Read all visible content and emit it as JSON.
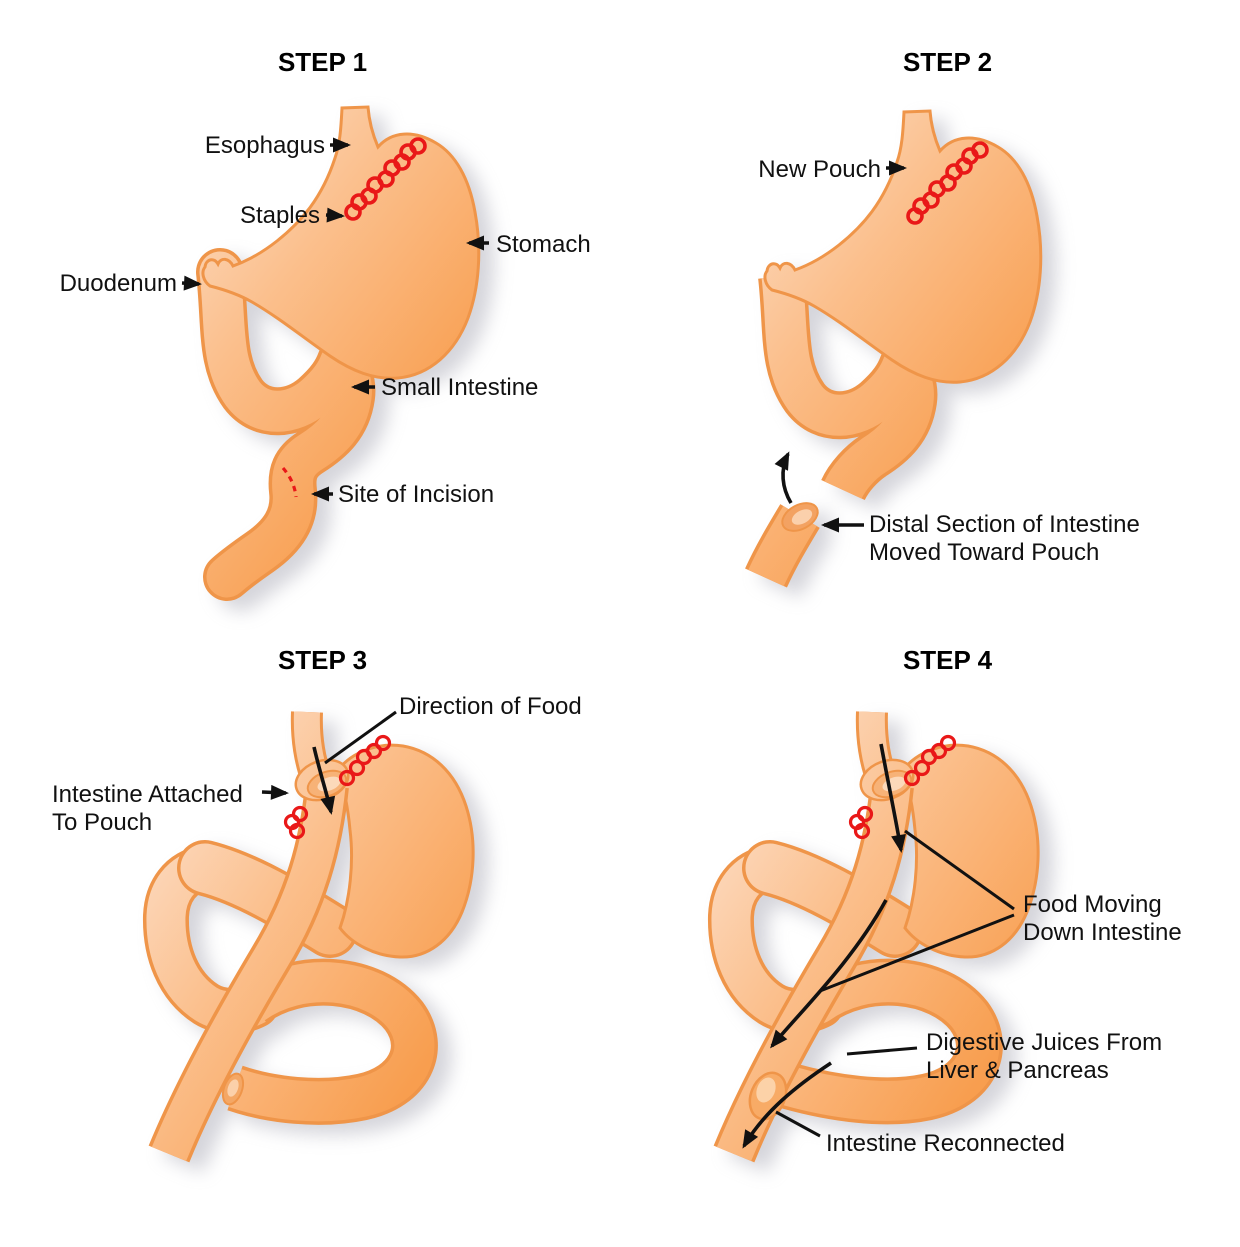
{
  "diagram": {
    "background": "#FFFFFF",
    "palette": {
      "organ_light": "#FCDFC9",
      "organ_mid": "#FBBF8C",
      "organ_dark": "#F89E4F",
      "outline": "#EF9549",
      "staple_red": "#E91818",
      "incision_red": "#E91818",
      "arrow_black": "#111111",
      "label_text": "#111111"
    }
  },
  "steps": [
    {
      "id": "step-1",
      "title": "STEP 1",
      "labels": [
        {
          "id": "esophagus",
          "text": "Esophagus"
        },
        {
          "id": "staples",
          "text": "Staples"
        },
        {
          "id": "stomach",
          "text": "Stomach"
        },
        {
          "id": "duodenum",
          "text": "Duodenum"
        },
        {
          "id": "small-intestine",
          "text": "Small Intestine"
        },
        {
          "id": "site-of-incision",
          "text": "Site of Incision"
        }
      ]
    },
    {
      "id": "step-2",
      "title": "STEP 2",
      "labels": [
        {
          "id": "new-pouch",
          "text": "New Pouch"
        },
        {
          "id": "distal-section",
          "text": "Distal Section of Intestine Moved Toward Pouch"
        }
      ]
    },
    {
      "id": "step-3",
      "title": "STEP 3",
      "labels": [
        {
          "id": "direction-of-food",
          "text": "Direction of Food"
        },
        {
          "id": "intestine-attached",
          "text": "Intestine Attached To Pouch"
        }
      ]
    },
    {
      "id": "step-4",
      "title": "STEP 4",
      "labels": [
        {
          "id": "food-moving",
          "text": "Food Moving Down Intestine"
        },
        {
          "id": "digestive-juices",
          "text": "Digestive Juices From Liver & Pancreas"
        },
        {
          "id": "intestine-reconnected",
          "text": "Intestine Reconnected"
        }
      ]
    }
  ]
}
